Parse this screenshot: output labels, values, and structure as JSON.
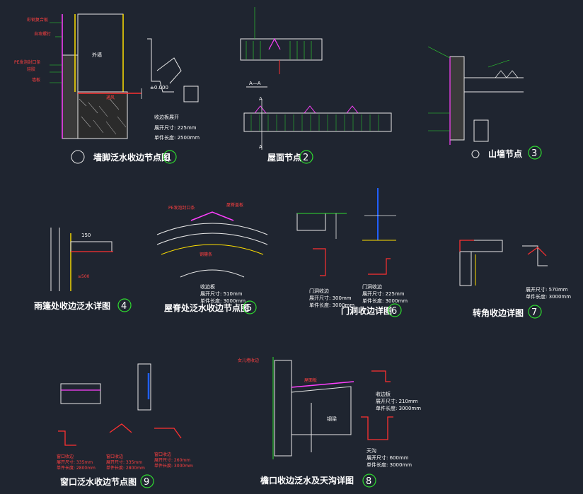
{
  "colors": {
    "background": "#1f2530",
    "line_white": "#e8e8e8",
    "line_green": "#2fdc2f",
    "line_red": "#ff3030",
    "line_yellow": "#ffe000",
    "line_magenta": "#ff40ff",
    "line_blue": "#2060ff",
    "line_cyan": "#40e0ff"
  },
  "details": [
    {
      "title": "墙脚泛水收边节点图",
      "number": "1",
      "labels": [
        "彩钢复合板",
        "自攻螺钉",
        "PE发泡封口条",
        "硅胶",
        "墙板",
        "外墙",
        "通风",
        "±0.000"
      ],
      "spec_lines": [
        "收边板展开",
        "展开尺寸: 225mm",
        "单件长度: 2500mm"
      ]
    },
    {
      "title": "屋面节点",
      "number": "2",
      "section_label": "A—A",
      "labels": [
        "A",
        "A"
      ]
    },
    {
      "title": "山墙节点",
      "number": "3",
      "labels": []
    },
    {
      "title": "雨篷处收边泛水详图",
      "number": "4",
      "labels": [
        "150",
        "≥500"
      ]
    },
    {
      "title": "屋脊处泛水收边节点图",
      "number": "5",
      "labels": [
        "PE发泡封口条",
        "屋脊盖板",
        "钢檩条"
      ],
      "spec_lines": [
        "收边板",
        "展开尺寸: 510mm",
        "单件长度: 3000mm"
      ]
    },
    {
      "title": "门洞收边详图",
      "number": "6",
      "spec_lines_a": [
        "门洞收边",
        "展开尺寸: 300mm",
        "单件长度: 3000mm"
      ],
      "spec_lines_b": [
        "门洞收边",
        "展开尺寸: 225mm",
        "单件长度: 3000mm"
      ]
    },
    {
      "title": "转角收边详图",
      "number": "7",
      "spec_lines": [
        "展开尺寸: 570mm",
        "单件长度: 3000mm"
      ]
    },
    {
      "title": "檐口收边泛水及天沟详图",
      "number": "8",
      "spec_lines_a": [
        "收边板",
        "展开尺寸: 210mm",
        "单件长度: 3000mm"
      ],
      "spec_lines_b": [
        "天沟",
        "展开尺寸: 600mm",
        "单件长度: 3000mm"
      ],
      "labels": [
        "女儿墙收边",
        "屋面板",
        "钢梁"
      ]
    },
    {
      "title": "窗口泛水收边节点图",
      "number": "9",
      "spec_lines_a": [
        "窗口收边",
        "展开尺寸: 335mm",
        "单件长度: 2800mm"
      ],
      "spec_lines_b": [
        "窗口收边",
        "展开尺寸: 335mm",
        "单件长度: 2800mm"
      ],
      "spec_lines_c": [
        "窗口收边",
        "展开尺寸: 260mm",
        "单件长度: 3000mm"
      ]
    }
  ]
}
